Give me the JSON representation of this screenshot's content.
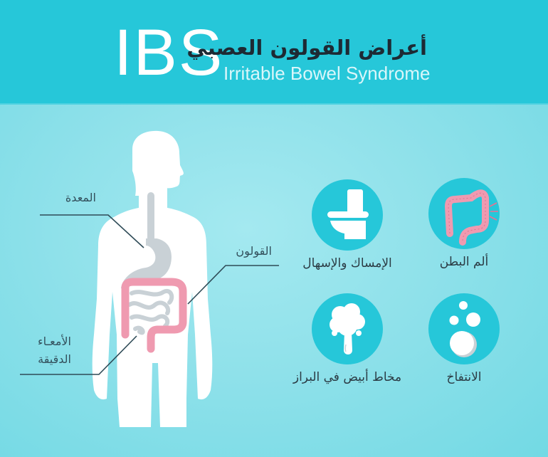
{
  "header": {
    "acronym": "IBS",
    "title_ar": "أعراض القولون العصبي",
    "title_en": "Irritable Bowel Syndrome"
  },
  "anatomy": {
    "labels": {
      "stomach": "المعدة",
      "colon": "القولون",
      "small_intestine_line1": "الأمعـاء",
      "small_intestine_line2": "الدقيقة"
    }
  },
  "symptoms": [
    {
      "id": "abdominal-pain",
      "label": "ألم البطن",
      "icon": "colon-pain-icon"
    },
    {
      "id": "constipation-diarrhea",
      "label": "الإمساك والإسهال",
      "icon": "toilet-icon"
    },
    {
      "id": "bloating",
      "label": "الانتفاخ",
      "icon": "bubbles-icon"
    },
    {
      "id": "white-mucus",
      "label": "مخاط أبيض في البراز",
      "icon": "mucus-drip-icon"
    }
  ],
  "colors": {
    "header_bg": "#26c7d9",
    "circle_bg": "#26c7d9",
    "body_fill": "#ffffff",
    "organ_gray": "#c9d1d6",
    "colon_pink": "#ef9ab0",
    "line_color": "#2f4b57"
  }
}
